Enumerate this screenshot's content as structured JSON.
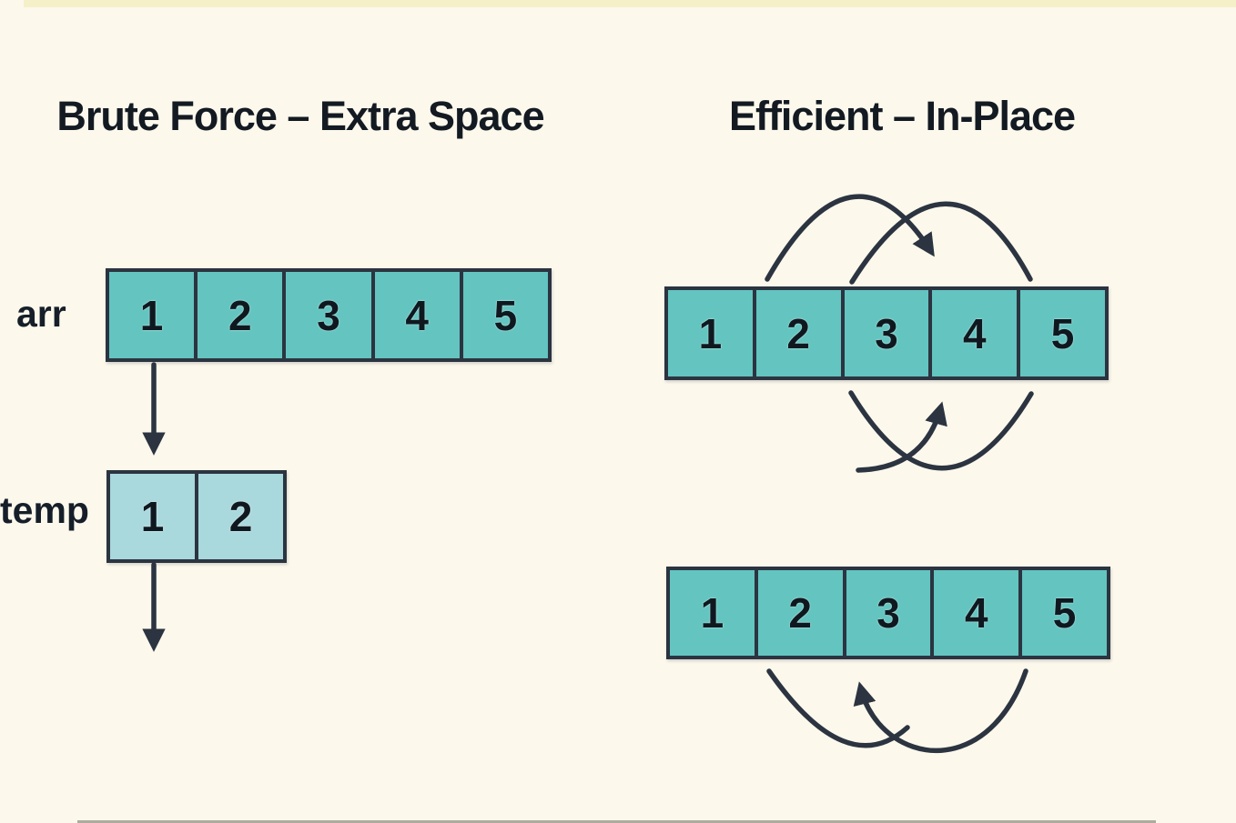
{
  "left_panel": {
    "title": "Brute Force – Extra Space",
    "arr_label": "arr",
    "arr_values": [
      "1",
      "2",
      "3",
      "4",
      "5"
    ],
    "temp_label": "temp",
    "temp_values": [
      "1",
      "2"
    ]
  },
  "right_panel": {
    "title": "Efficient – In-Place",
    "top_array_values": [
      "1",
      "2",
      "3",
      "4",
      "5"
    ],
    "bottom_array_values": [
      "1",
      "2",
      "3",
      "4",
      "5"
    ]
  },
  "colors": {
    "background": "#fcf8ec",
    "cell_teal": "#63c4c0",
    "cell_light_blue": "#a9d8dd",
    "stroke_dark": "#2b3440",
    "text_dark": "#10181f"
  }
}
